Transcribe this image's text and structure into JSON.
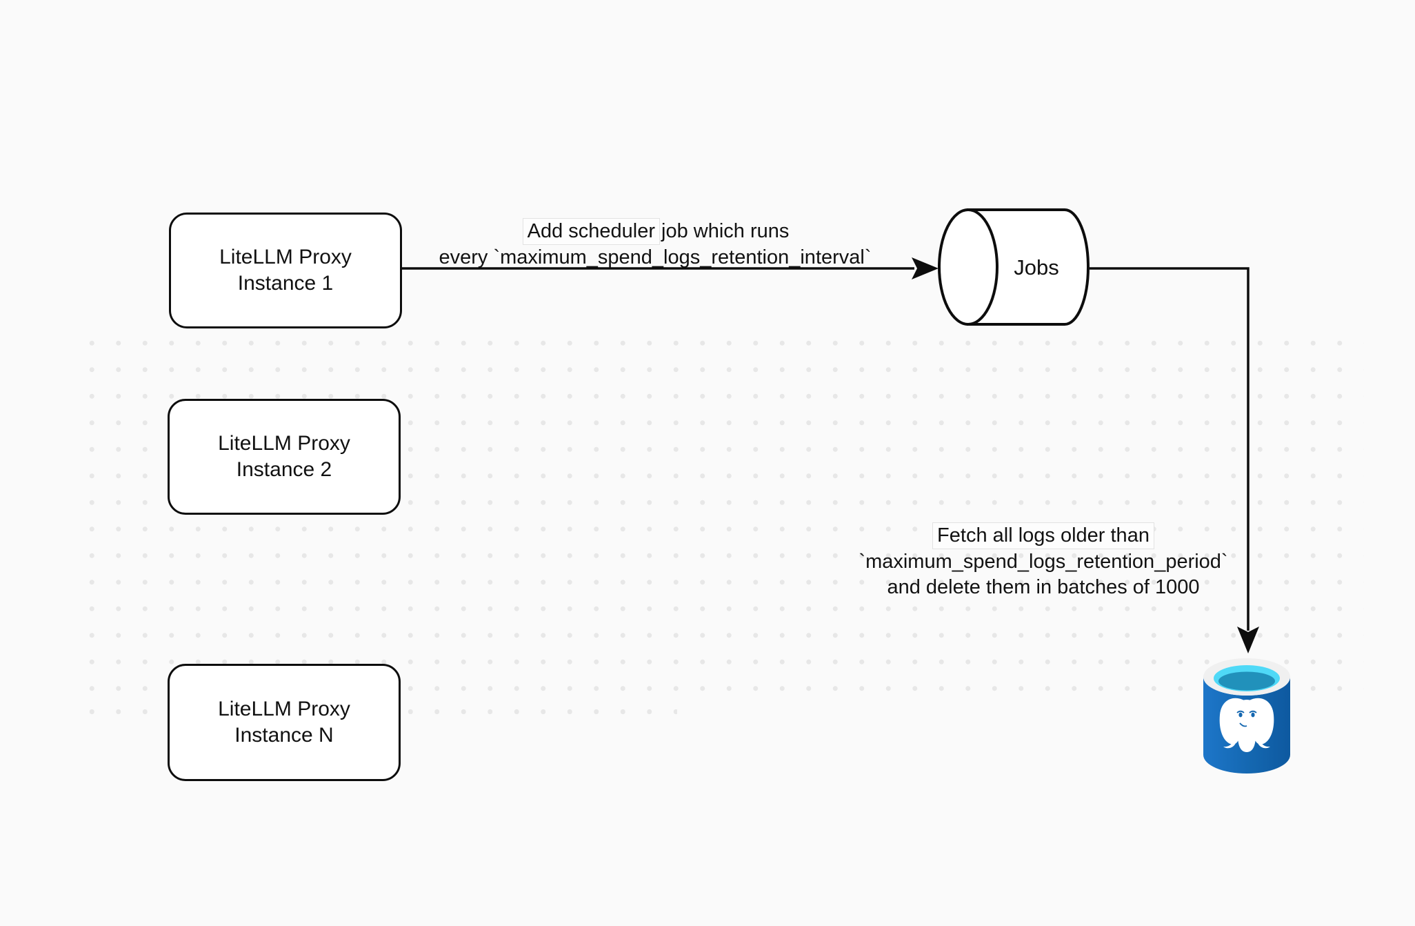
{
  "diagram": {
    "background_color": "#fafafa",
    "dot_grid_color": "#e7e7e7",
    "stroke_color": "#0d0d0d",
    "nodes": {
      "proxy_instances": [
        {
          "line1": "LiteLLM Proxy",
          "line2": "Instance 1"
        },
        {
          "line1": "LiteLLM Proxy",
          "line2": "Instance 2"
        },
        {
          "line1": "LiteLLM Proxy",
          "line2": "Instance N"
        }
      ],
      "jobs_queue": {
        "label": "Jobs"
      },
      "postgres_database": {
        "icon": "postgresql-database-icon",
        "body_color": "#1467b0",
        "rim_color": "#f0f0f0",
        "water_color": "#4fd9f7",
        "water_deep_color": "#2191bb"
      }
    },
    "edges": [
      {
        "from": "proxy-instance-1",
        "to": "jobs-queue",
        "label_line1_boxed": "Add scheduler",
        "label_line1_rest": "job which runs",
        "label_line2": "every `maximum_spend_logs_retention_interval`"
      },
      {
        "from": "jobs-queue",
        "to": "postgres-database",
        "label_line1": "Fetch all logs older than",
        "label_line2": "`maximum_spend_logs_retention_period`",
        "label_line3": "and delete them in batches of 1000"
      }
    ]
  }
}
